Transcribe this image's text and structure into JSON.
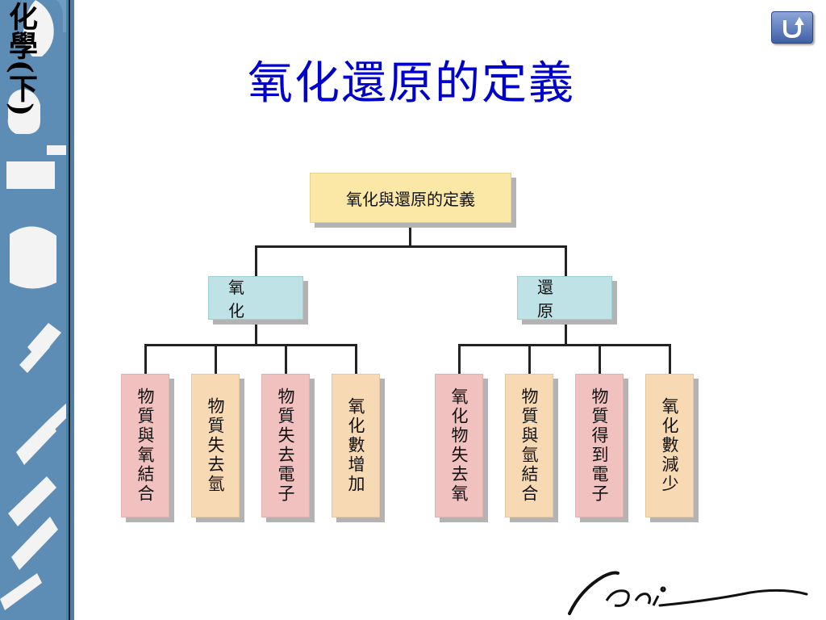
{
  "slide": {
    "side_title": "化學(下)",
    "title": "氧化還原的定義",
    "return_button": "return-icon"
  },
  "diagram": {
    "root": "氧化與還原的定義",
    "branches": [
      {
        "label": "氧 化",
        "items": [
          "物質與氧結合",
          "物質失去氫",
          "物質失去電子",
          "氧化數增加"
        ]
      },
      {
        "label": "還 原",
        "items": [
          "氧化物失去氧",
          "物質與氫結合",
          "物質得到電子",
          "氧化數減少"
        ]
      }
    ]
  },
  "logo": {
    "text": "Vani"
  },
  "colors": {
    "title": "#0000cc",
    "root_fill": "#fbe8a6",
    "mid_fill": "#bfe2e7",
    "leaf_pink": "#f1c1c0",
    "leaf_tan": "#f7d9b3",
    "strip_blue": "#6f9cc2"
  }
}
